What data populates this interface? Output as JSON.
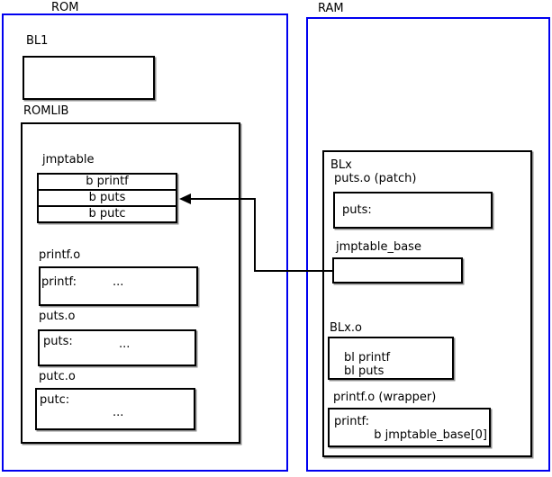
{
  "rom": {
    "label": "ROM",
    "bl1_label": "BL1",
    "romlib_label": "ROMLIB",
    "jmptable": {
      "label": "jmptable",
      "rows": [
        "b printf",
        "b puts",
        "b putc"
      ]
    },
    "printf_o": {
      "label": "printf.o",
      "symbol": "printf:",
      "body": "..."
    },
    "puts_o": {
      "label": "puts.o",
      "symbol": "puts:",
      "body": "..."
    },
    "putc_o": {
      "label": "putc.o",
      "symbol": "putc:",
      "body": "..."
    }
  },
  "ram": {
    "label": "RAM",
    "blx_label": "BLx",
    "puts_patch": {
      "label": "puts.o (patch)",
      "symbol": "puts:"
    },
    "jmptable_base_label": "jmptable_base",
    "blx_o": {
      "label": "BLx.o",
      "line1": "bl printf",
      "line2": "bl puts"
    },
    "printf_wrapper": {
      "label": "printf.o (wrapper)",
      "symbol": "printf:",
      "body": "b jmptable_base[0]"
    }
  },
  "colors": {
    "region_border": "#0000f0",
    "box_border": "#000000",
    "line": "#000000"
  }
}
